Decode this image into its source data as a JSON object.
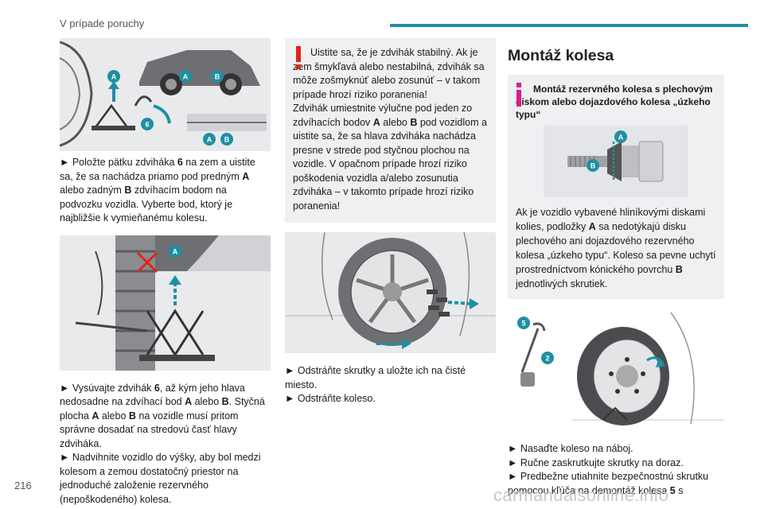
{
  "header": {
    "title": "V prípade poruchy"
  },
  "page_number": "216",
  "watermark": "carmanualsonline.info",
  "colors": {
    "accent": "#1f8fa3",
    "warning": "#e2231a",
    "info": "#d81b8a",
    "box_bg": "#eef0f2"
  },
  "col1": {
    "fig1_labels": {
      "a1": "A",
      "a2": "A",
      "b2": "B",
      "a3": "A",
      "b3": "B",
      "six": "6"
    },
    "para1": {
      "arrow": "►",
      "t1": " Položte pätku zdviháka ",
      "b1": "6",
      "t2": " na zem a uistite sa, že sa nachádza priamo pod predným ",
      "b2": "A",
      "t3": " alebo zadným ",
      "b3": "B",
      "t4": " zdvíhacím bodom na podvozku vozidla. Vyberte bod, ktorý je najbližšie k vymieňanému kolesu."
    },
    "fig2_labels": {
      "a": "A"
    },
    "para2": {
      "arrow": "►",
      "t1": " Vysúvajte zdvihák ",
      "b1": "6",
      "t2": ", až kým jeho hlava nedosadne na zdvíhací bod ",
      "b2": "A",
      "t3": " alebo ",
      "b3": "B",
      "t4": ". Styčná plocha ",
      "b4": "A",
      "t5": " alebo ",
      "b5": "B",
      "t6": " na vozidle musí pritom správne dosadať na stredovú časť hlavy zdviháka."
    },
    "para3": {
      "arrow": "►",
      "text": " Nadvihnite vozidlo do výšky, aby bol medzi kolesom a zemou dostatočný priestor na jednoduché založenie rezervného (nepoškodeného) kolesa."
    }
  },
  "col2": {
    "warning": {
      "t1": "Uistite sa, že je zdvihák stabilný. Ak je zem šmykľavá alebo nestabilná, zdvihák sa môže zošmyknúť alebo zosunúť – v takom prípade hrozí riziko poranenia!",
      "t2": "Zdvihák umiestnite výlučne pod jeden zo zdvíhacích bodov ",
      "b1": "A",
      "t3": " alebo ",
      "b2": "B",
      "t4": " pod vozidlom a uistite sa, že sa hlava zdviháka nachádza presne v strede pod styčnou plochou na vozidle. V opačnom prípade hrozí riziko poškodenia vozidla a/alebo zosunutia zdviháka – v takomto prípade hrozí riziko poranenia!"
    },
    "para1": {
      "arrow": "►",
      "text": " Odstráňte skrutky a uložte ich na čisté miesto."
    },
    "para2": {
      "arrow": "►",
      "text": " Odstráňte koleso."
    }
  },
  "col3": {
    "title": "Montáž kolesa",
    "info": {
      "title": "Montáž rezervného kolesa s plechovým diskom alebo dojazdového kolesa „úzkeho typu“",
      "fig_labels": {
        "a": "A",
        "b": "B"
      },
      "t1": "Ak je vozidlo vybavené hliníkovými diskami kolies, podložky ",
      "b1": "A",
      "t2": " sa nedotýkajú disku plechového ani dojazdového rezervného kolesa „úzkeho typu“. Koleso sa pevne uchytí prostredníctvom kónického povrchu ",
      "b2": "B",
      "t3": " jednotlivých skrutiek."
    },
    "fig_labels": {
      "five": "5",
      "two": "2"
    },
    "para1": {
      "arrow": "►",
      "text": " Nasaďte koleso na náboj."
    },
    "para2": {
      "arrow": "►",
      "text": " Ručne zaskrutkujte skrutky na doraz."
    },
    "para3": {
      "arrow": "►",
      "t1": " Predbežne utiahnite bezpečnostnú skrutku pomocou kľúča na demontáž kolesa ",
      "b1": "5",
      "t2": " s"
    }
  }
}
